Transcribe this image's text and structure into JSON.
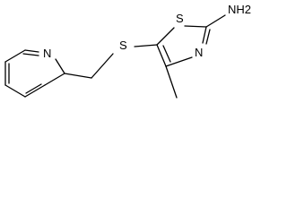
{
  "structure": {
    "atoms": {
      "pyridine_n": "N",
      "thioether_s": "S",
      "thiazole_s": "S",
      "thiazole_n": "N",
      "amine": "NH2"
    },
    "colors": {
      "bond": "#000000",
      "label": "#000000",
      "background": "#ffffff"
    }
  }
}
